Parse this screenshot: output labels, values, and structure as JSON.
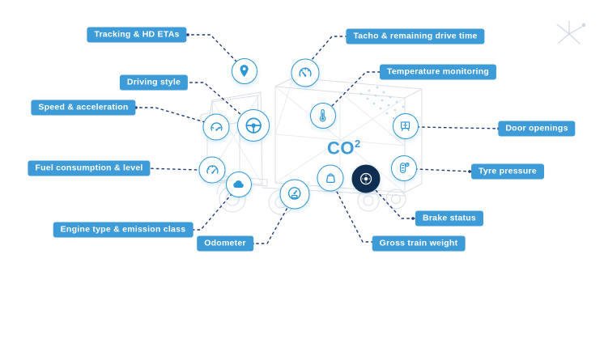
{
  "colors": {
    "label_bg": "#3d9bd7",
    "label_text": "#ffffff",
    "line": "#1f3a7a",
    "icon_accent": "#2d96d5",
    "icon_dark": "#0f2e52",
    "truck_wire": "#d9dee6",
    "co2": "#3d9bd7",
    "dots": "#bcd9ef",
    "sparkle": "#cfd8e2"
  },
  "diagram": {
    "co2_text": "CO",
    "co2_sub": "2",
    "features": [
      {
        "id": "tracking",
        "label": "Tracking & HD ETAs",
        "icon": "location-pin"
      },
      {
        "id": "driving-style",
        "label": "Driving style",
        "icon": "steering-wheel"
      },
      {
        "id": "speed",
        "label": "Speed & acceleration",
        "icon": "speedometer"
      },
      {
        "id": "fuel",
        "label": "Fuel consumption & level",
        "icon": "fuel-gauge"
      },
      {
        "id": "engine",
        "label": "Engine type & emission class",
        "icon": "emission-cloud"
      },
      {
        "id": "odometer",
        "label": "Odometer",
        "icon": "odometer-gauge"
      },
      {
        "id": "tacho",
        "label": "Tacho & remaining drive time",
        "icon": "tachograph"
      },
      {
        "id": "temperature",
        "label": "Temperature monitoring",
        "icon": "thermometer"
      },
      {
        "id": "door-openings",
        "label": "Door openings",
        "icon": "trailer-door"
      },
      {
        "id": "tyre-pressure",
        "label": "Tyre pressure",
        "icon": "tyre"
      },
      {
        "id": "brake-status",
        "label": "Brake status",
        "icon": "brake-disc"
      },
      {
        "id": "gross-train-weight",
        "label": "Gross train weight",
        "icon": "weight"
      }
    ]
  }
}
